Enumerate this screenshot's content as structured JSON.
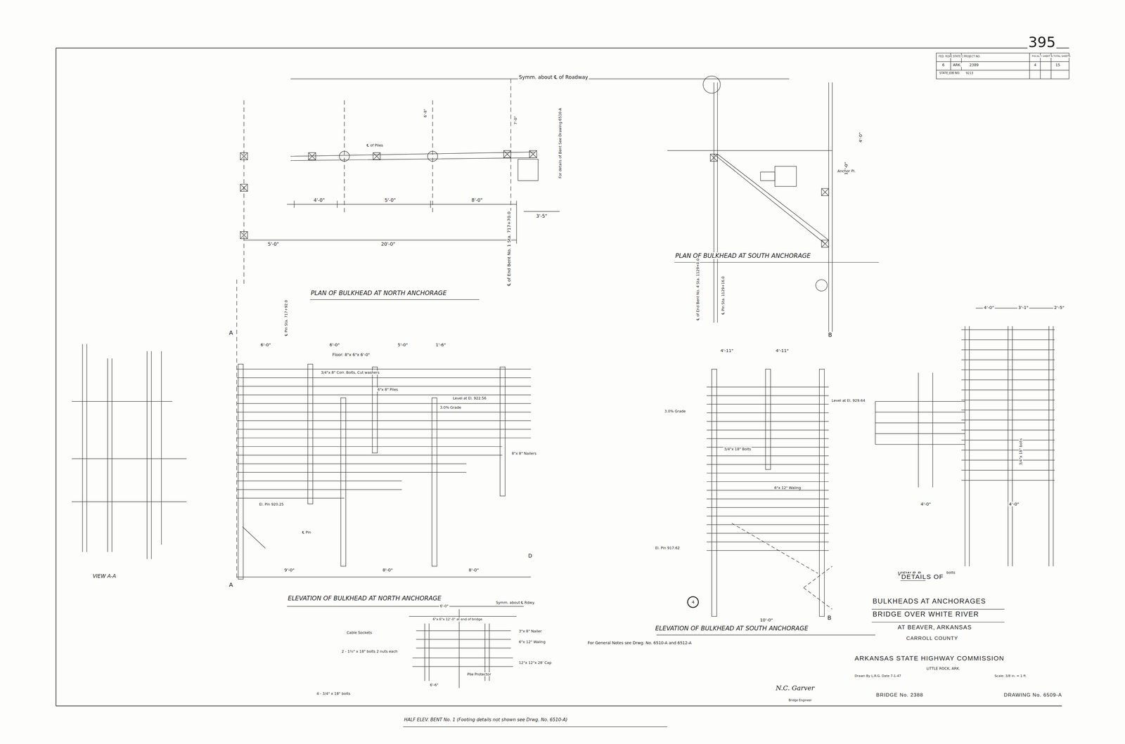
{
  "diagram": {
    "nodes": [
      {
        "text": [
          "4"
        ]
      }
    ],
    "labels": [
      "395",
      "FED. ROAD DIV. NO.",
      "STATE",
      "PROJECT NO.",
      "FISCAL YEAR",
      "SHEET NO.",
      "TOTAL SHEETS",
      "6",
      "ARK.",
      "2389",
      "4",
      "15",
      "STATE JOB NO.",
      "9213",
      "Symm. about ℄ of Roadway",
      "℄ of End Bent No. 1 Sta. 717+70.0",
      "For details of Bent See Drawing 6510-A",
      "℄ Pin Sta. 717+92.0",
      "℄ of Piles",
      "4'-0\"",
      "5'-0\"",
      "8'-0\"",
      "3'-5\"",
      "5'-0\"",
      "20'-0\"",
      "6'-8\"",
      "7'-0\"",
      "PLAN OF BULKHEAD AT NORTH ANCHORAGE",
      "PLAN OF BULKHEAD AT SOUTH ANCHORAGE",
      "℄ of End Bent No. 4 Sta. 1129+0.0",
      "℄ Pin Sta. 1129+16.0",
      "11'-0\"",
      "4'-0\"",
      "Anchor Pl.",
      "A",
      "A",
      "6'-0\"",
      "6'-0\"",
      "5'-0\"",
      "1'-6\"",
      "Floor: 8\"x 6\"x 6'-0\"",
      "3/4\"x 8\" Corr. Bolts, Cut washers",
      "Level at El. 922.56",
      "3.0% Grade",
      "6\"x 8\" Piles",
      "8\"x 8\" Nailers",
      "El. Pin 920.25",
      "℄ Pin",
      "D",
      "9'-0\"",
      "8'-0\"",
      "8'-0\"",
      "ELEVATION OF BULKHEAD AT NORTH ANCHORAGE",
      "VIEW A-A",
      "4'-11\"",
      "4'-11\"",
      "B",
      "B",
      "Level at El. 929.64",
      "3.0% Grade",
      "6\"x 12\" Waling",
      "3/4\"x 18\" Bolts",
      "El. Pin 917.62",
      "10'-0\"",
      "ELEVATION OF BULKHEAD AT SOUTH ANCHORAGE",
      "4'-0\"",
      "3'-1\"",
      "2'-5\"",
      "4'-0\"",
      "4'-0\"",
      "VIEW B-B",
      "3/4\"x 18\" bolts",
      "bolts",
      "6'-0\"",
      "Symm. about ℄ Rdwy.",
      "6\"x 6\"x 12'-0\" at end of bridge",
      "Cable Sockets",
      "3\"x 8\" Nailer",
      "6\"x 12\" Waling",
      "2 - 1¼\" x 18\" bolts 2 nuts each",
      "12\"x 12\"x 28' Cap",
      "Pile Protector",
      "4 - 3/4\" x 18\" bolts",
      "6'-6\"",
      "HALF ELEV. BENT No. 1 (Footing details not shown see Drwg. No. 6510-A)",
      "For General Notes see Drwg. No. 6510-A and 6512-A",
      "DETAILS OF",
      "BULKHEADS AT ANCHORAGES",
      "BRIDGE OVER WHITE RIVER",
      "AT BEAVER, ARKANSAS",
      "CARROLL COUNTY",
      "ARKANSAS STATE HIGHWAY COMMISSION",
      "LITTLE ROCK, ARK.",
      "Drawn By L.R.G. Date 7-1-47",
      "Scale: 3/8 in. = 1 ft.",
      "N.C. Garver",
      "Bridge Engineer",
      "BRIDGE No. 2388",
      "DRAWING No. 6509-A"
    ]
  }
}
